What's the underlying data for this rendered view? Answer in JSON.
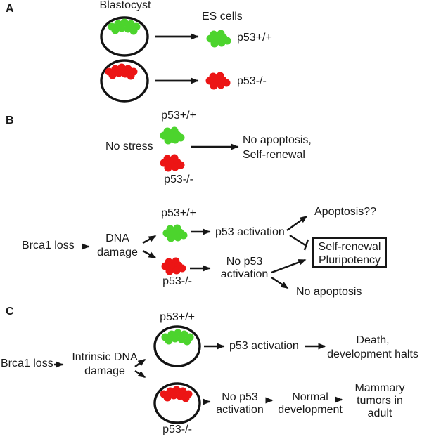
{
  "colors": {
    "wildtype_green": "#4cd42d",
    "knockout_red": "#ec1515",
    "ink": "#161616"
  },
  "panel_a": {
    "label": "A",
    "blastocyst_title": "Blastocyst",
    "es_cells_title": "ES cells",
    "wildtype_label": "p53+/+",
    "knockout_label": "p53-/-"
  },
  "panel_b": {
    "label": "B",
    "no_stress": {
      "condition": "No stress",
      "wildtype_label": "p53+/+",
      "knockout_label": "p53-/-",
      "outcome_line1": "No apoptosis,",
      "outcome_line2": "Self-renewal"
    },
    "dna_damage": {
      "trigger": "Brca1 loss",
      "stress_line1": "DNA",
      "stress_line2": "damage",
      "wildtype_label": "p53+/+",
      "knockout_label": "p53-/-",
      "wt_response": "p53 activation",
      "wt_outcome": "Apoptosis??",
      "ko_response_line1": "No p53",
      "ko_response_line2": "activation",
      "box_line1": "Self-renewal",
      "box_line2": "Pluripotency",
      "ko_outcome": "No apoptosis"
    }
  },
  "panel_c": {
    "label": "C",
    "trigger": "Brca1 loss",
    "stress_line1": "Intrinsic DNA",
    "stress_line2": "damage",
    "wildtype_label": "p53+/+",
    "knockout_label": "p53-/-",
    "wt_response": "p53 activation",
    "wt_outcome_line1": "Death,",
    "wt_outcome_line2": "development halts",
    "ko_response_line1": "No p53",
    "ko_response_line2": "activation",
    "ko_dev_line1": "Normal",
    "ko_dev_line2": "development",
    "ko_outcome_line1": "Mammary",
    "ko_outcome_line2": "tumors in",
    "ko_outcome_line3": "adult"
  }
}
